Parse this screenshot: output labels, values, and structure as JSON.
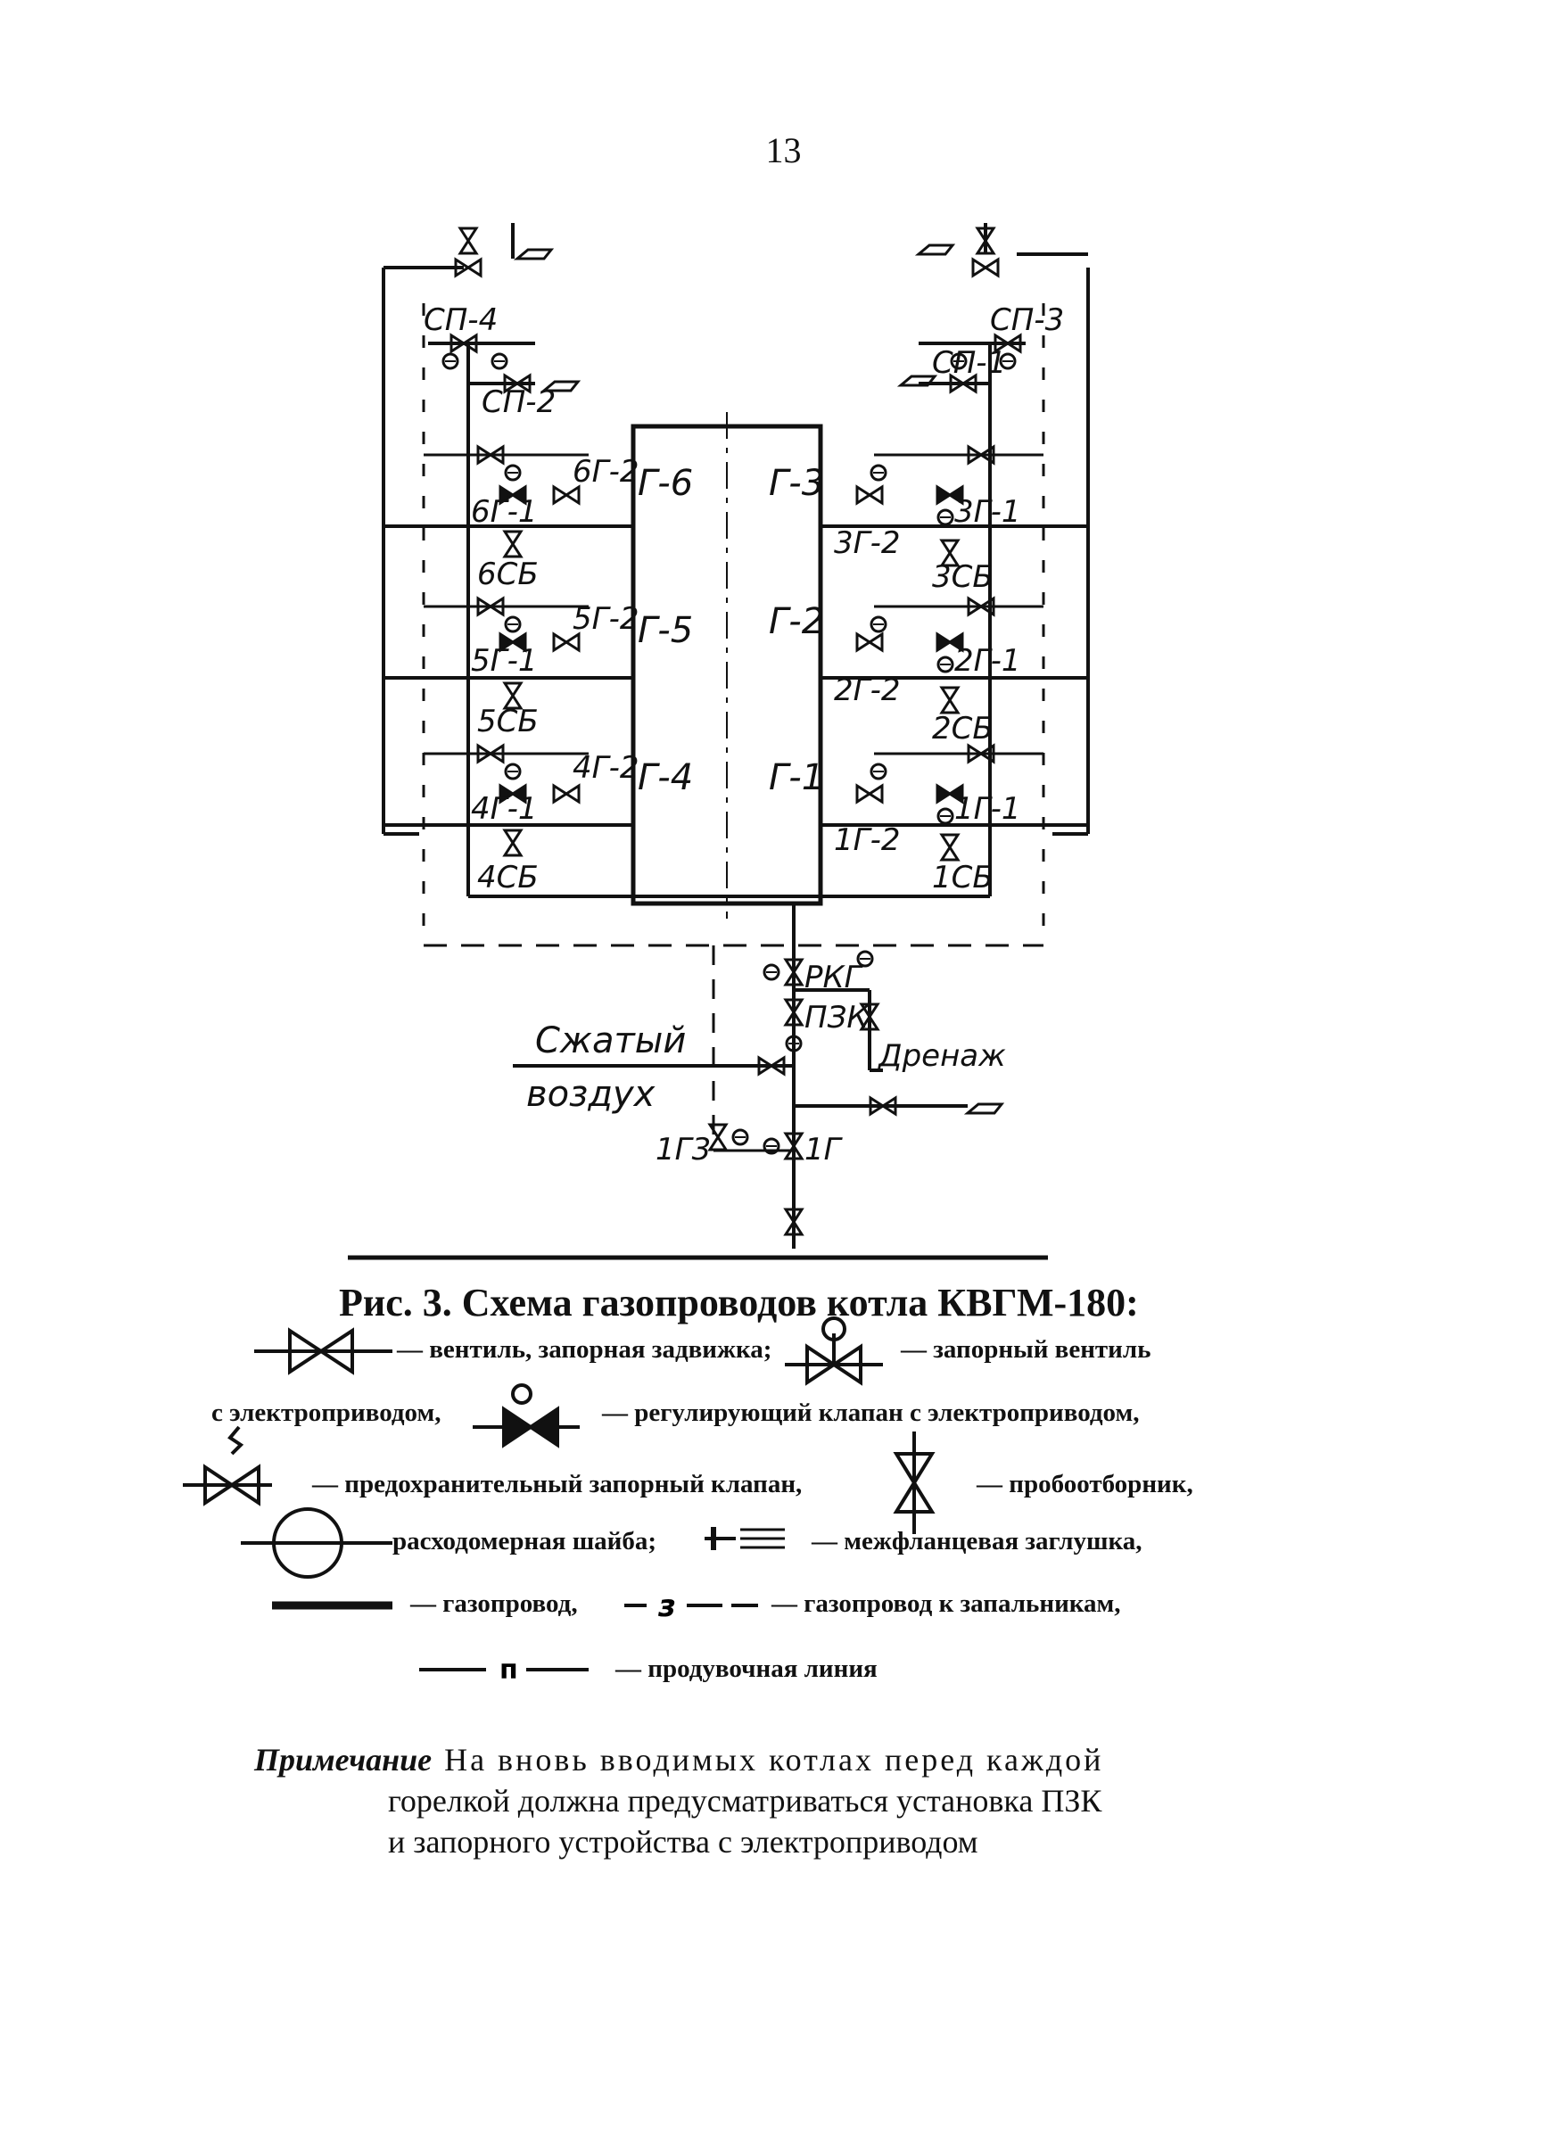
{
  "page_number": "13",
  "diagram": {
    "labels": {
      "sp4": "СП-4",
      "sp3": "СП-3",
      "sp2": "СП-2",
      "sp1": "СП-1",
      "g6": "Г-6",
      "g5": "Г-5",
      "g4": "Г-4",
      "g3": "Г-3",
      "g2": "Г-2",
      "g1": "Г-1",
      "v6g1": "6Г-1",
      "v6g2": "6Г-2",
      "v5g1": "5Г-1",
      "v5g2": "5Г-2",
      "v4g1": "4Г-1",
      "v4g2": "4Г-2",
      "v3g1": "3Г-1",
      "v3g2": "3Г-2",
      "v2g1": "2Г-1",
      "v2g2": "2Г-2",
      "v1g1": "1Г-1",
      "v1g2": "1Г-2",
      "sb6": "6СБ",
      "sb5": "5СБ",
      "sb4": "4СБ",
      "sb3": "3СБ",
      "sb2": "2СБ",
      "sb1": "1СБ",
      "rkg": "РКГ",
      "pzk": "ПЗК",
      "drain": "Дренаж",
      "air1": "Сжатый",
      "air2": "воздух",
      "g3main": "1Г3",
      "g1main": "1Г"
    }
  },
  "caption": "Рис. 3. Схема газопроводов котла КВГМ-180:",
  "legend": {
    "valve": "— вентиль, запорная задвижка;",
    "shutoff_valve_a": "— запорный вентиль",
    "shutoff_valve_b": "с электроприводом,",
    "control_valve": "— регулирующий клапан с электроприводом,",
    "safety_valve": "— предохранительный запорный клапан,",
    "sampler": "— пробоотборник,",
    "flow_washer": "расходомерная шайба;",
    "plug": "— межфланцевая заглушка,",
    "pipe": "— газопровод,",
    "igniter_pipe": "— газопровод к запальникам,",
    "purge_line": "— продувочная линия",
    "igniter_mark": "з",
    "purge_mark": "п"
  },
  "note": {
    "label": "Примечание",
    "line1": "На вновь вводимых котлах перед каждой",
    "line2": "горелкой должна предусматриваться установка ПЗК",
    "line3": "и запорного устройства с электроприводом"
  }
}
